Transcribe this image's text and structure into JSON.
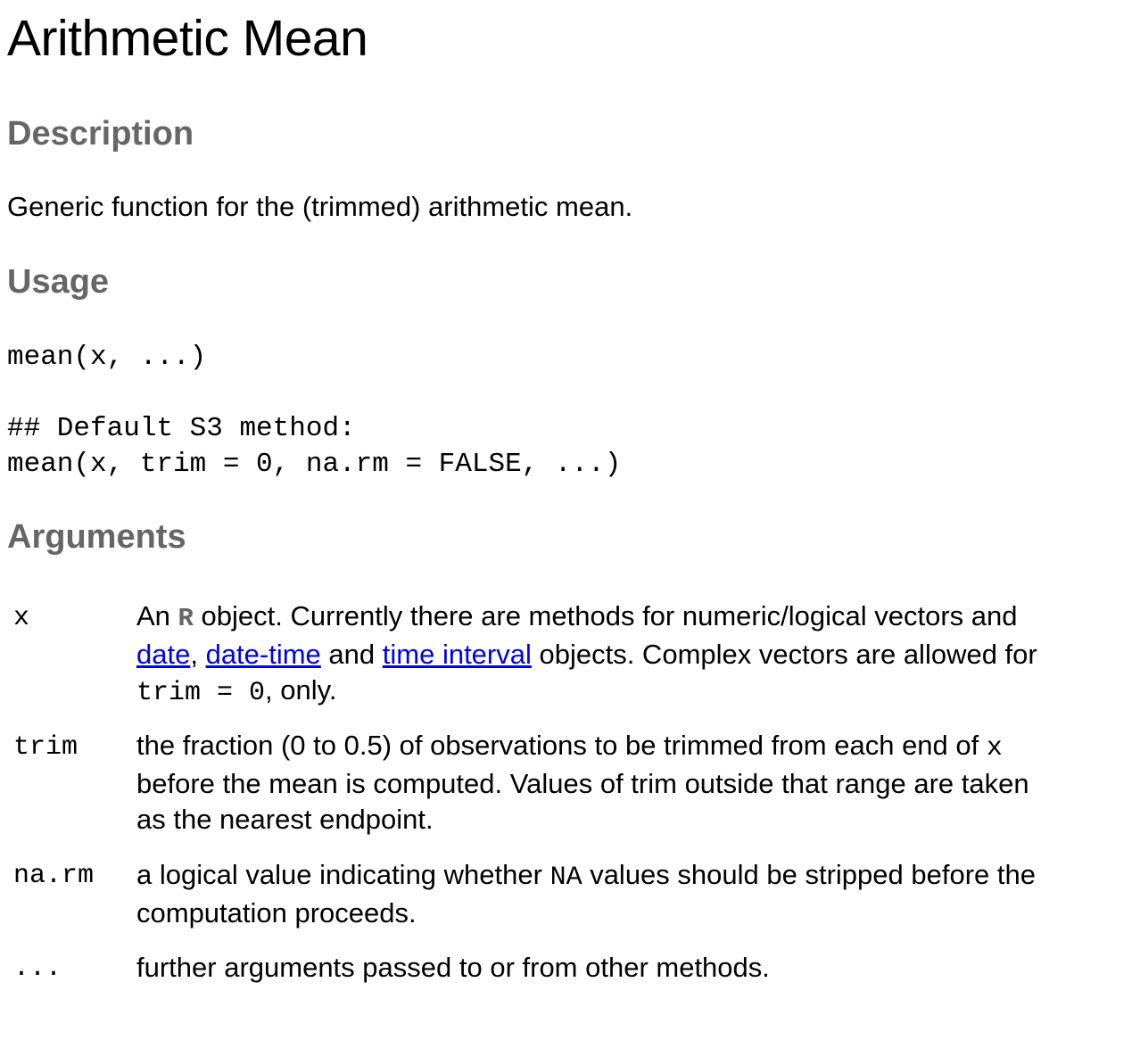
{
  "title": "Arithmetic Mean",
  "description": {
    "heading": "Description",
    "text": "Generic function for the (trimmed) arithmetic mean."
  },
  "usage": {
    "heading": "Usage",
    "line1": "mean(x, ...)",
    "line2": "## Default S3 method:",
    "line3": "mean(x, trim = 0, na.rm = FALSE, ...)"
  },
  "arguments": {
    "heading": "Arguments",
    "x": {
      "name": "x",
      "pre": "An ",
      "r_label": "R",
      "line1_rest": " object. Currently there are methods for numeric/logical vectors and",
      "link_date": "date",
      "comma": ", ",
      "link_datetime": "date-time",
      "and": " and ",
      "link_timeinterval": "time interval",
      "line2_rest": " objects. Complex vectors are allowed for",
      "code_trim": "trim = 0",
      "line3_rest": ", only."
    },
    "trim": {
      "name": "trim",
      "line1": "the fraction (0 to 0.5) of observations to be trimmed from each end of ",
      "code_x": "x",
      "line2": "before the mean is computed. Values of trim outside that range are taken",
      "line3": "as the nearest endpoint."
    },
    "na_rm": {
      "name": "na.rm",
      "line1_pre": "a logical value indicating whether ",
      "code_na": "NA",
      "line1_post": " values should be stripped before the",
      "line2": "computation proceeds."
    },
    "dots": {
      "name": "...",
      "text": "further arguments passed to or from other methods."
    }
  }
}
